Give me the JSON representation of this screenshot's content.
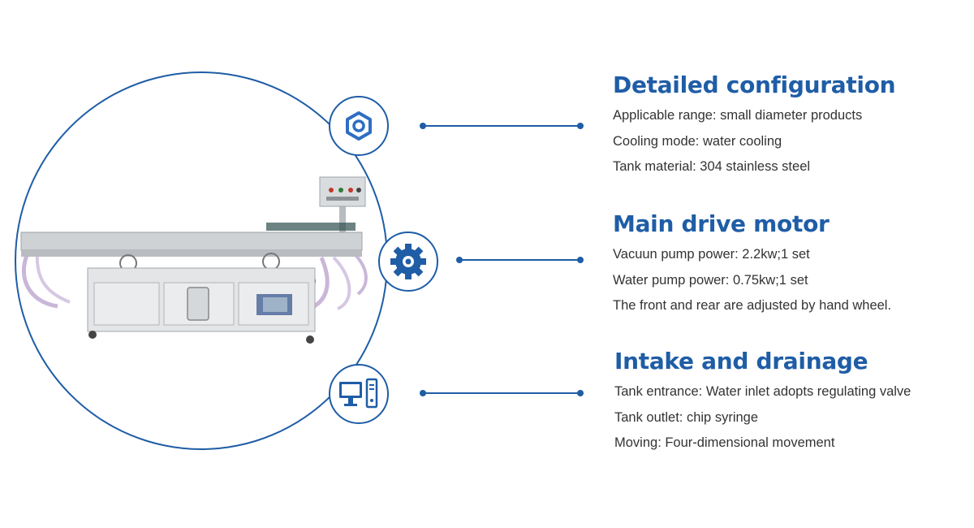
{
  "colors": {
    "accent": "#1f5da6",
    "text": "#333333",
    "background": "#ffffff"
  },
  "icons": {
    "badge_1": "hexagon-nut-icon",
    "badge_2": "gear-icon",
    "badge_3": "desktop-computer-icon"
  },
  "sections": [
    {
      "title": "Detailed configuration",
      "items": [
        "Applicable range: small diameter products",
        "Cooling mode: water cooling",
        "Tank material: 304 stainless steel"
      ]
    },
    {
      "title": "Main drive motor",
      "items": [
        "Vacuun pump power: 2.2kw;1 set",
        "Water pump power: 0.75kw;1 set",
        "The front and rear are adjusted by hand wheel."
      ]
    },
    {
      "title": "Intake and drainage",
      "items": [
        "Tank entrance: Water inlet adopts regulating valve",
        "Tank outlet: chip syringe",
        "Moving: Four-dimensional movement"
      ]
    }
  ]
}
